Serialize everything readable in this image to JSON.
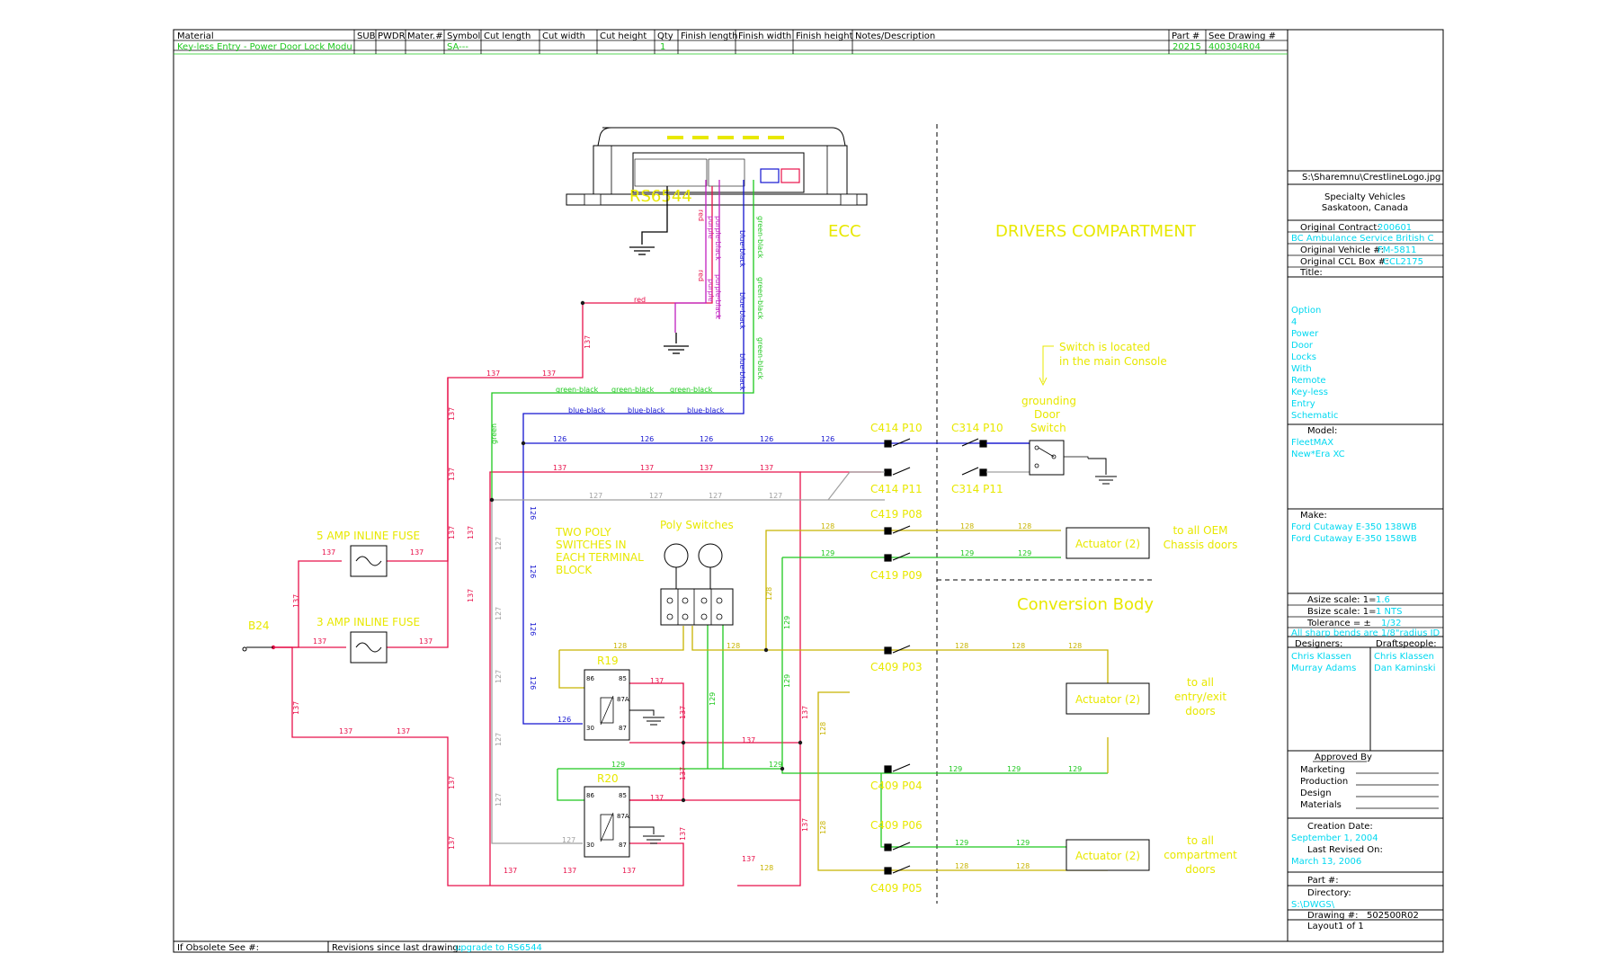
{
  "header": {
    "columns": [
      "Material",
      "SUB",
      "PWDR",
      "Mater.#",
      "Symbol",
      "Cut length",
      "Cut width",
      "Cut height",
      "Qty",
      "Finish length",
      "Finish width",
      "Finish height",
      "Notes/Description",
      "Part #",
      "See Drawing #"
    ],
    "row": {
      "material": "Key-less Entry - Power Door Lock Modu",
      "symbol": "SA---",
      "qty": "1",
      "part": "20215",
      "see_drawing": "400304R04"
    }
  },
  "footer": {
    "obsolete_label": "If Obsolete See #:",
    "revisions_label": "Revisions since last drawing:",
    "revisions_value": "upgrade to RS6544"
  },
  "title_block": {
    "logo_path": "S:\\Sharemnu\\CrestlineLogo.jpg",
    "company_line1": "Specialty Vehicles",
    "company_line2": "Saskatoon, Canada",
    "original_contract_label": "Original Contract:",
    "original_contract_value": "200601",
    "customer": "BC Ambulance Service British C",
    "original_vehicle_label": "Original Vehicle #:",
    "original_vehicle_value": "FM-5811",
    "original_ccl_label": "Original CCL Box #:",
    "original_ccl_value": "CCL2175",
    "title_label": "Title:",
    "title_lines": [
      "Option",
      "4",
      "Power",
      "Door",
      "Locks",
      "With",
      "Remote",
      "Key-less",
      "Entry",
      "Schematic"
    ],
    "model_label": "Model:",
    "model_lines": [
      "FleetMAX",
      "New*Era XC"
    ],
    "make_label": "Make:",
    "make_lines": [
      "Ford Cutaway E-350 138WB",
      "Ford Cutaway E-350 158WB"
    ],
    "asize_label": "Asize scale:  1=",
    "asize_value": "1.6",
    "bsize_label": "Bsize scale:  1=",
    "bsize_value": "1   NTS",
    "tolerance_label": "Tolerance = ±",
    "tolerance_value": "1/32",
    "bends_note": "All sharp bends are 1/8\"radius ID",
    "designers_label": "Designers:",
    "designers": [
      "Chris Klassen",
      "Murray Adams"
    ],
    "draftspeople_label": "Draftspeople:",
    "draftspeople": [
      "Chris Klassen",
      "Dan Kaminski"
    ],
    "approved_label": "Approved By",
    "approvals": [
      "Marketing",
      "Production",
      "Design",
      "Materials"
    ],
    "creation_label": "Creation Date:",
    "creation_value": "September 1, 2004",
    "revised_label": "Last Revised On:",
    "revised_value": "March 13, 2006",
    "part_label": "Part #:",
    "directory_label": "Directory:",
    "directory_value": "S:\\DWGS\\",
    "drawing_label": "Drawing #:",
    "drawing_value": "502500R02",
    "layout_value": "Layout1 of 1"
  },
  "diagram": {
    "module_name": "RS6544",
    "zone_ecc": "ECC",
    "zone_drivers": "DRIVERS COMPARTMENT",
    "zone_conversion": "Conversion Body",
    "switch_note_1": "Switch is located",
    "switch_note_2": "in the main Console",
    "grounding_switch": [
      "grounding",
      "Door",
      "Switch"
    ],
    "fuse_5": "5 AMP INLINE FUSE",
    "fuse_3": "3 AMP INLINE FUSE",
    "power_point": "B24",
    "poly_note": [
      "TWO POLY",
      "SWITCHES IN",
      "EACH TERMINAL",
      "BLOCK"
    ],
    "poly_switches": "Poly Switches",
    "relay_1": "R19",
    "relay_2": "R20",
    "connectors": [
      "C414 P10",
      "C414 P11",
      "C314 P10",
      "C314 P11",
      "C419 P08",
      "C419 P09",
      "C409 P03",
      "C409 P04",
      "C409 P06",
      "C409 P05"
    ],
    "actuator_label": "Actuator (2)",
    "dest_oem": [
      "to all OEM",
      "Chassis doors"
    ],
    "dest_entry": [
      "to all",
      "entry/exit",
      "doors"
    ],
    "dest_comp": [
      "to all",
      "compartment",
      "doors"
    ],
    "wire_labels": {
      "red": "red",
      "purple_black": "purple-black",
      "purple": "purple",
      "blue_black": "blue-black",
      "green_black": "green-black",
      "green": "green",
      "w137": "137",
      "w126": "126",
      "w127": "127",
      "w128": "128",
      "w129": "129"
    },
    "relay_pins": {
      "p30": "30",
      "p85": "85",
      "p86": "86",
      "p87": "87",
      "p87a": "87A"
    }
  },
  "colors": {
    "frame": "#000000",
    "header_value": "#1ec81e",
    "cyan": "#00d8f0",
    "yellow": "#e8e800",
    "red": "#e8104a",
    "blue": "#1414d0",
    "green": "#1ec81e",
    "gray": "#a0a0a0",
    "magenta": "#c020c0",
    "wire128": "#c8b400"
  }
}
